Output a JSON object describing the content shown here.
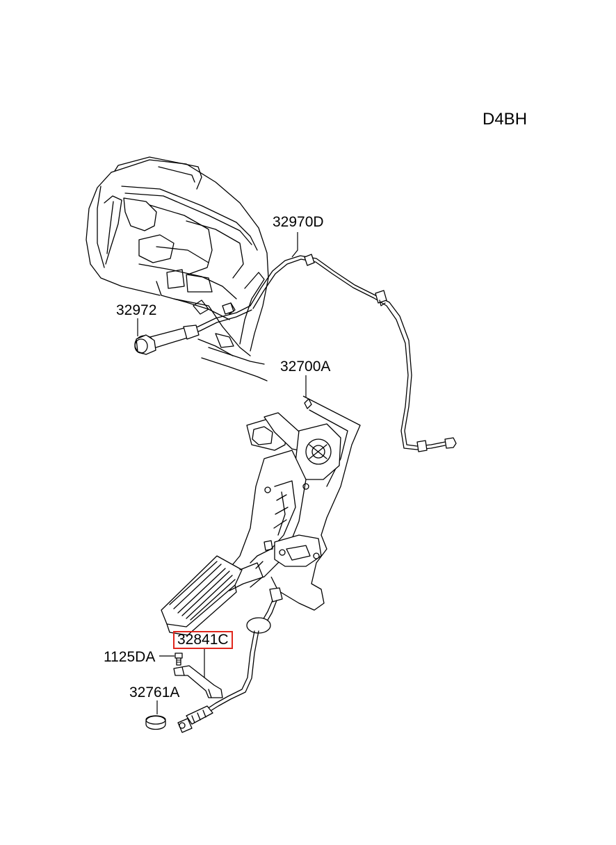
{
  "engine_code": "D4BH",
  "parts": [
    {
      "id": "32970D",
      "highlighted": false
    },
    {
      "id": "32972",
      "highlighted": false
    },
    {
      "id": "32700A",
      "highlighted": false
    },
    {
      "id": "32841C",
      "highlighted": true
    },
    {
      "id": "1125DA",
      "highlighted": false
    },
    {
      "id": "32761A",
      "highlighted": false
    }
  ],
  "colors": {
    "line": "#000000",
    "background": "#ffffff",
    "highlight_border": "#e0261c"
  }
}
